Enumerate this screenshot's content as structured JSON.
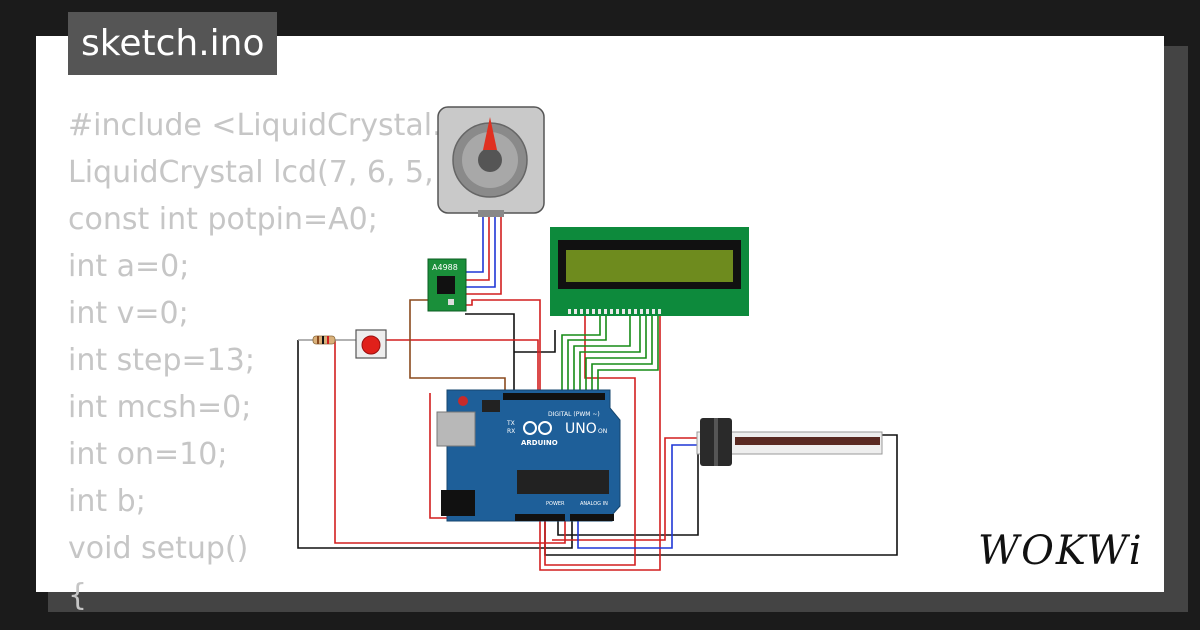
{
  "tab": {
    "filename": "sketch.ino"
  },
  "code_lines": [
    "#include <LiquidCrystal.h",
    "LiquidCrystal lcd(7, 6, 5, 4",
    "const int potpin=A0;",
    "int a=0;",
    "int v=0;",
    "int step=13;",
    "int mcsh=0;",
    "int on=10;",
    "int b;",
    "void setup()",
    "{"
  ],
  "components": {
    "driver_label": "A4988",
    "board_brand": "ARDUINO",
    "board_model": "UNO",
    "digital_header": "DIGITAL (PWM ~)",
    "analog_header": "ANALOG IN",
    "power_header": "POWER",
    "tx_label": "TX",
    "rx_label": "RX",
    "on_label": "ON"
  },
  "brand": {
    "logo": "WOKWi"
  },
  "colors": {
    "board": "#1e5f99",
    "lcd_pcb": "#0d8a3c",
    "lcd_screen": "#6e8b1e",
    "wire_red": "#d21f1f",
    "wire_black": "#111111",
    "wire_blue": "#1f37d6",
    "wire_green": "#178c17",
    "wire_brown": "#8a4a1e"
  }
}
